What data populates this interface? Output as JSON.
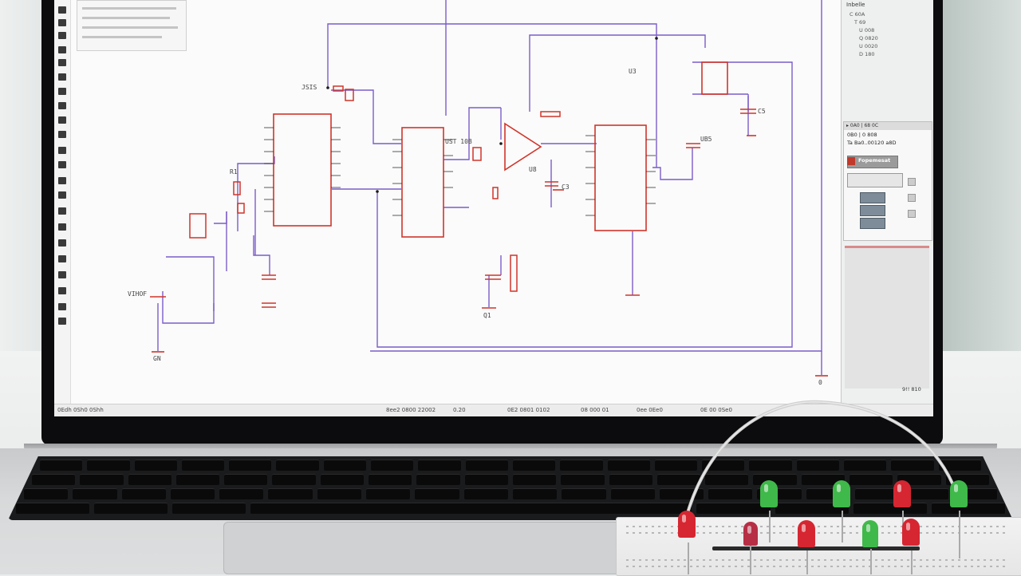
{
  "scene": {
    "description_colors": {
      "wire": "#7b5cc9",
      "component": "#d0352a",
      "bezel": "#0c0c0e",
      "led_green": "#3fb94a",
      "led_red": "#d62631"
    }
  },
  "app": {
    "right_panel": {
      "tree_title": "Inbelle",
      "tree_items": [
        "C 60A",
        "T 69",
        "U 008",
        "Q 0820",
        "U 0020",
        "D 180"
      ],
      "props_header": "▸ 0A0 | 68 0C",
      "props_row1": "0B0 | 0 808",
      "props_row2": "Ta   Ba0..00120   a8D",
      "props_title": "Fopemesat",
      "footer": "9!! 810"
    },
    "status_bar": {
      "left": "0Edh 0Sh0 0Shh",
      "mid1": "8ee2 0800 22002",
      "mid2": "0.20",
      "mid3": "0E2 0801 0102",
      "mid4": "08 000 01",
      "mid5": "0ee 0Ee0",
      "right": "0E 00 0Se0"
    },
    "schematic_labels": {
      "u1": "JSIS",
      "u2": "UST 10B",
      "u3": "U3",
      "opamp": "U8",
      "c1": "C3",
      "vin": "VIHOF",
      "ref": "UB5",
      "gnd1": "GN",
      "gnd2": "0",
      "q1": "Q1",
      "r1": "R1",
      "c_out": "C5"
    }
  }
}
